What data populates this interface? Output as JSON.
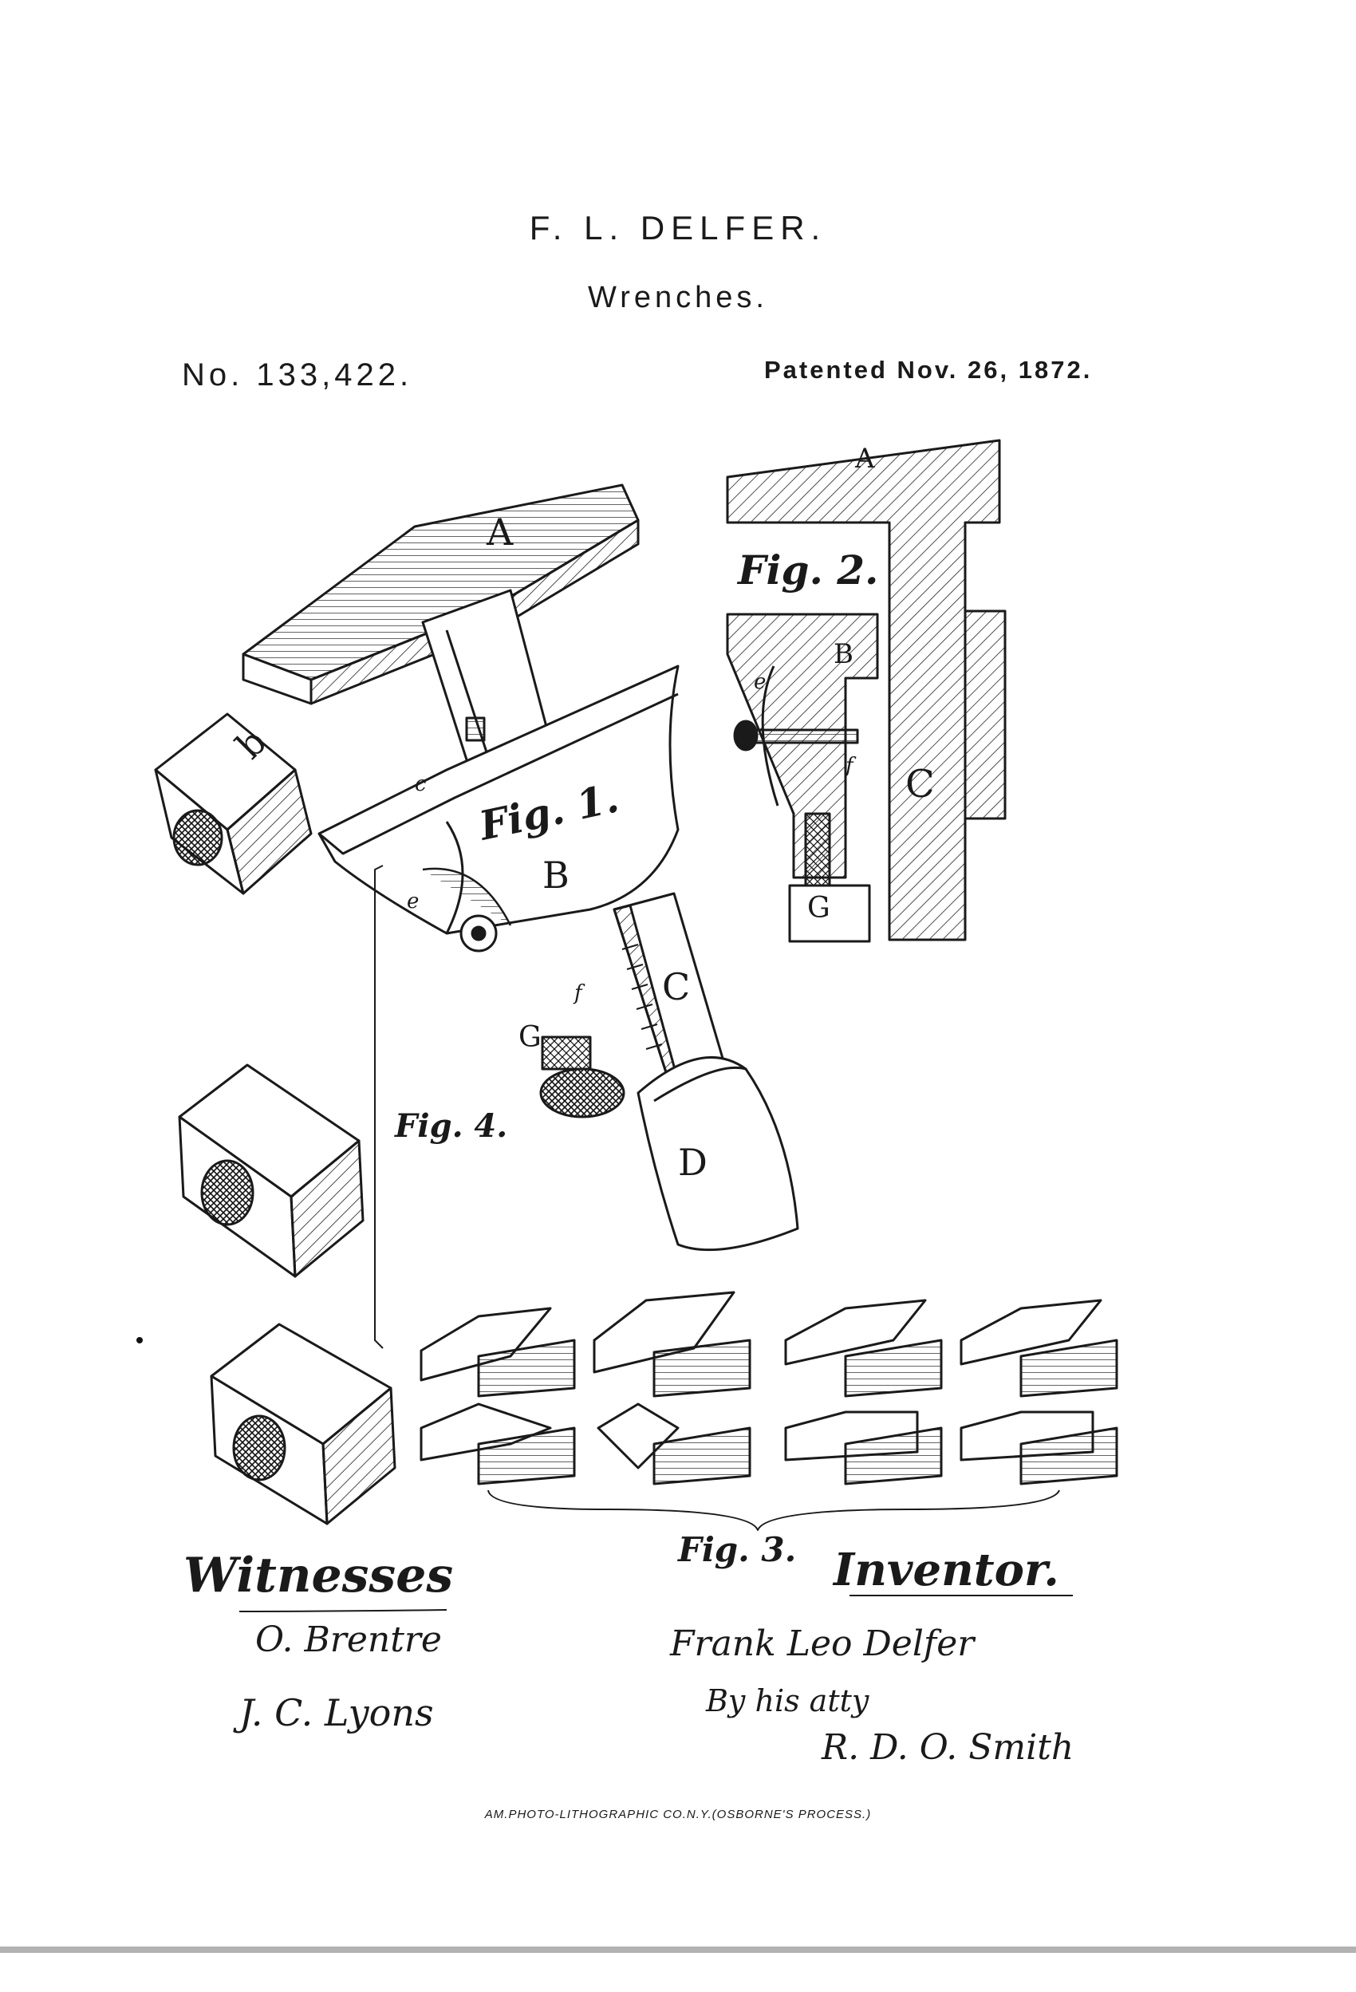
{
  "header": {
    "inventor": "F. L. DELFER.",
    "title": "Wrenches.",
    "patent_number": "No. 133,422.",
    "patent_date": "Patented Nov. 26, 1872."
  },
  "figures": {
    "fig1": "Fig. 1.",
    "fig2": "Fig. 2.",
    "fig3": "Fig. 3.",
    "fig4": "Fig. 4."
  },
  "labels": {
    "A": "A",
    "B": "B",
    "C": "C",
    "D": "D",
    "G": "G",
    "b": "b",
    "e": "e",
    "f": "f",
    "c": "c",
    "A2": "A",
    "B2": "B",
    "C2": "C",
    "G2": "G",
    "e2": "e",
    "f2": "f"
  },
  "signatures": {
    "witnesses_label": "Witnesses",
    "witness_1": "O. Brentre",
    "witness_2": "J. C. Lyons",
    "inventor_label": "Inventor.",
    "inventor_name": "Frank Leo Delfer",
    "attorney_line": "By his atty",
    "attorney_name": "R. D. O. Smith"
  },
  "footer": "AM.PHOTO-LITHOGRAPHIC CO.N.Y.(OSBORNE'S PROCESS.)"
}
